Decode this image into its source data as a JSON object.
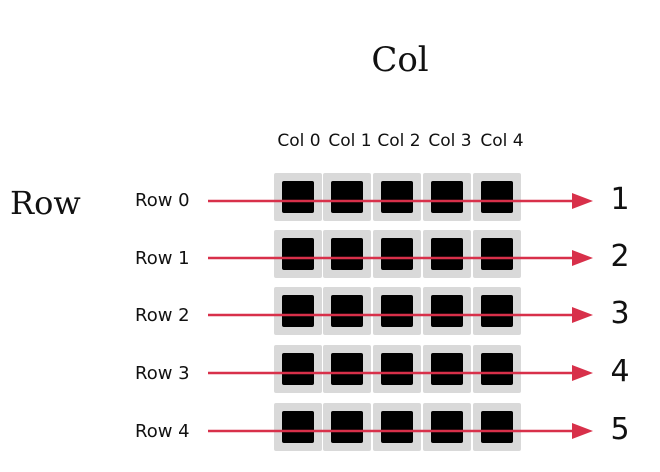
{
  "titles": {
    "col": "Col",
    "row": "Row"
  },
  "columns": [
    "Col 0",
    "Col 1",
    "Col 2",
    "Col 3",
    "Col 4"
  ],
  "rows": [
    {
      "label": "Row 0",
      "number": "1"
    },
    {
      "label": "Row 1",
      "number": "2"
    },
    {
      "label": "Row 2",
      "number": "3"
    },
    {
      "label": "Row 3",
      "number": "4"
    },
    {
      "label": "Row 4",
      "number": "5"
    }
  ],
  "colors": {
    "arrow": "#d8304a",
    "cell_bg": "#d9d9d9",
    "cell_fill": "#000000"
  }
}
